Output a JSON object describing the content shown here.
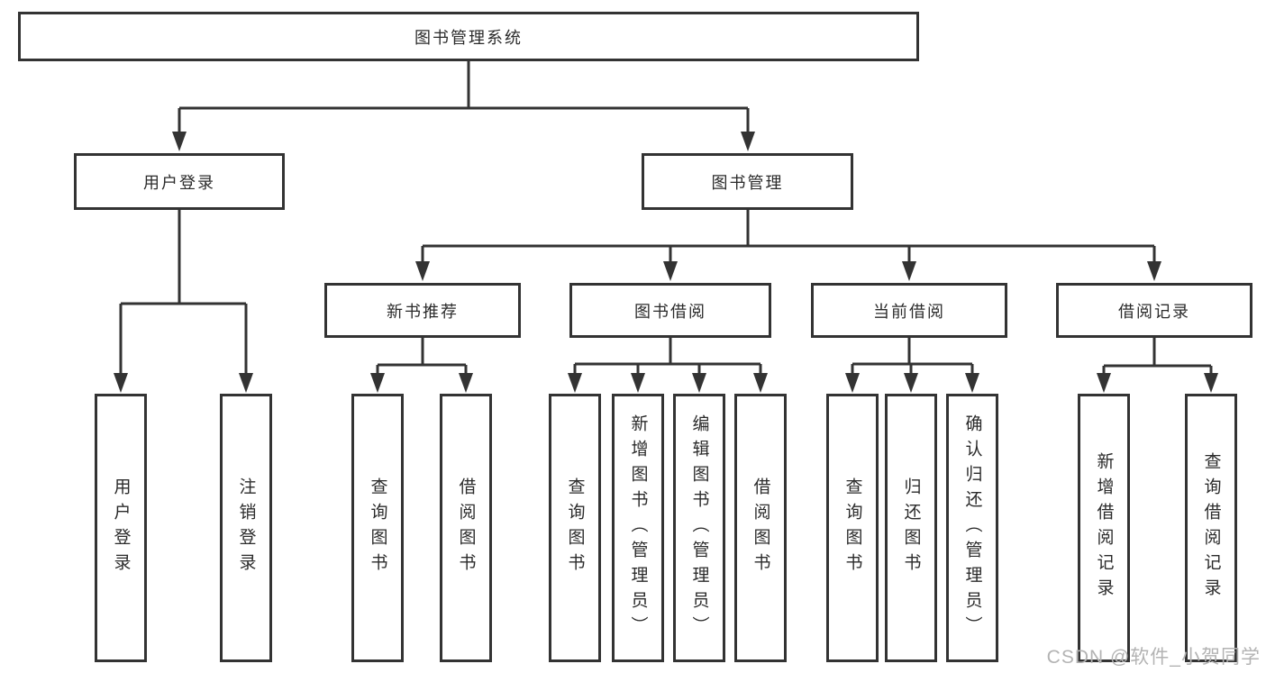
{
  "diagram": {
    "type": "hierarchy-tree",
    "colors": {
      "line": "#333333",
      "box_border": "#333333",
      "text": "#2b2b2b",
      "background": "#ffffff",
      "watermark": "#b3b3b3"
    },
    "root": {
      "label": "图书管理系统"
    },
    "level2": [
      {
        "label": "用户登录",
        "parent": "图书管理系统"
      },
      {
        "label": "图书管理",
        "parent": "图书管理系统"
      }
    ],
    "level3": [
      {
        "label": "新书推荐",
        "parent": "图书管理"
      },
      {
        "label": "图书借阅",
        "parent": "图书管理"
      },
      {
        "label": "当前借阅",
        "parent": "图书管理"
      },
      {
        "label": "借阅记录",
        "parent": "图书管理"
      }
    ],
    "leaves": [
      {
        "label": "用户登录",
        "parent": "用户登录"
      },
      {
        "label": "注销登录",
        "parent": "用户登录"
      },
      {
        "label": "查询图书",
        "parent": "新书推荐"
      },
      {
        "label": "借阅图书",
        "parent": "新书推荐"
      },
      {
        "label": "查询图书",
        "parent": "图书借阅"
      },
      {
        "label": "新增图书（管理员）",
        "parent": "图书借阅"
      },
      {
        "label": "编辑图书（管理员）",
        "parent": "图书借阅"
      },
      {
        "label": "借阅图书",
        "parent": "图书借阅"
      },
      {
        "label": "查询图书",
        "parent": "当前借阅"
      },
      {
        "label": "归还图书",
        "parent": "当前借阅"
      },
      {
        "label": "确认归还（管理员）",
        "parent": "当前借阅"
      },
      {
        "label": "新增借阅记录",
        "parent": "借阅记录"
      },
      {
        "label": "查询借阅记录",
        "parent": "借阅记录"
      }
    ]
  },
  "watermark": {
    "text": "CSDN @软件_小贺同学"
  }
}
